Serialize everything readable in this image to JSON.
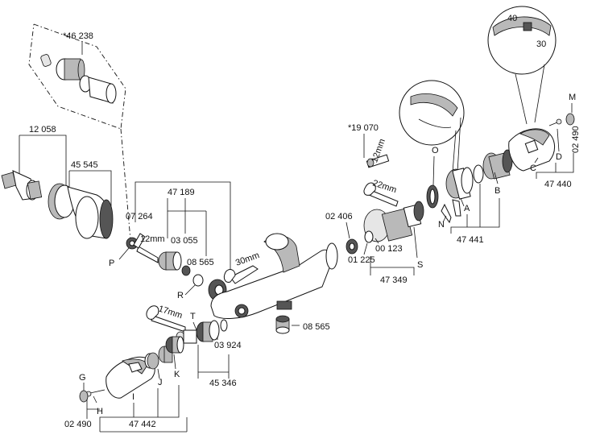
{
  "labels": {
    "p46238": "*46 238",
    "p12058": "12 058",
    "p45545": "45 545",
    "p07264": "07 264",
    "p47189": "47 189",
    "p03055": "03 055",
    "p08565a": "08 565",
    "pP": "P",
    "pR": "R",
    "mm12a": "12mm",
    "mm30": "30mm",
    "mm17": "17mm",
    "pT": "T",
    "p03924": "03 924",
    "p45346": "45 346",
    "pG": "G",
    "pH": "H",
    "pI": "I",
    "pJ": "J",
    "pK": "K",
    "p02490a": "02 490",
    "p47442": "47 442",
    "p08565b": "08 565",
    "p19070": "*19 070",
    "mm12b": "12mm",
    "mm22": "22mm",
    "p02406": "02 406",
    "p01225": "01 225",
    "p00123": "00 123",
    "p47349": "47 349",
    "pS": "S",
    "pO": "O",
    "pN": "N",
    "pA": "A",
    "p47441": "47 441",
    "pB": "B",
    "pC": "C",
    "pD": "D",
    "pM": "M",
    "p02490b": "02 490",
    "p47440": "47 440",
    "dial40": "40",
    "dial30": "30"
  }
}
